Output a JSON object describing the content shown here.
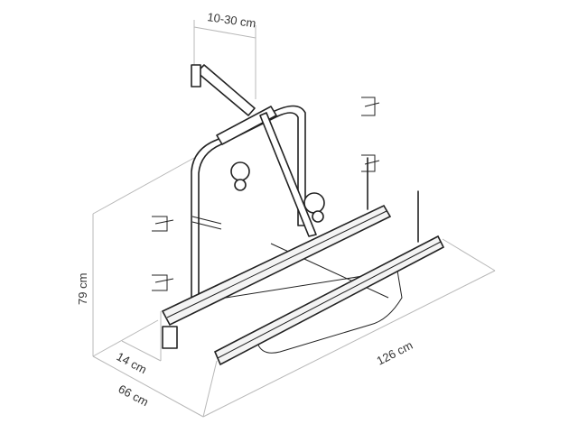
{
  "dimensions": {
    "arm_offset": "10-30 cm",
    "height": "79 cm",
    "rail_offset": "14 cm",
    "depth": "66 cm",
    "width": "126 cm"
  },
  "colors": {
    "line": "#222222",
    "dimension_line": "#b8b8b8",
    "text": "#333333"
  }
}
